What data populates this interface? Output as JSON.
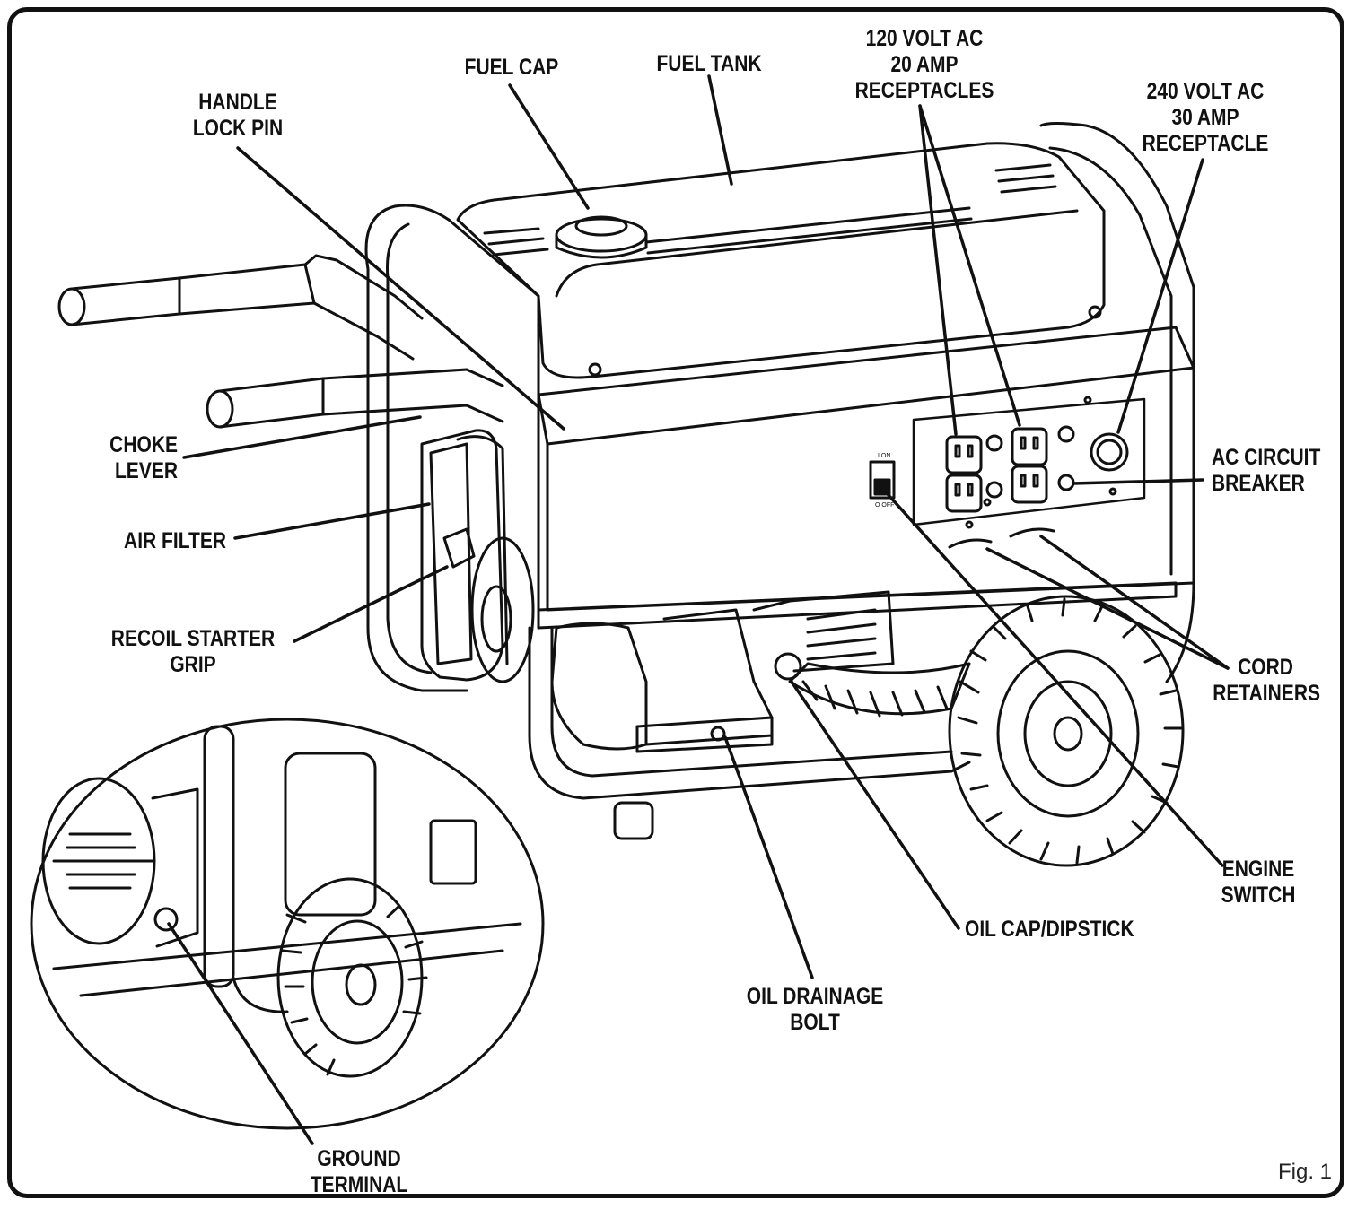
{
  "labels": {
    "fuel_cap": "FUEL CAP",
    "fuel_tank": "FUEL TANK",
    "handle_lock_pin": "HANDLE\nLOCK PIN",
    "receptacles_120": "120 VOLT AC\n20 AMP\nRECEPTACLES",
    "receptacle_240": "240 VOLT AC\n30 AMP\nRECEPTACLE",
    "choke_lever": "CHOKE\nLEVER",
    "ac_circuit_breaker": "AC CIRCUIT\nBREAKER",
    "air_filter": "AIR FILTER",
    "recoil_starter_grip": "RECOIL STARTER\nGRIP",
    "cord_retainers": "CORD\nRETAINERS",
    "engine_switch": "ENGINE\nSWITCH",
    "oil_cap_dipstick": "OIL CAP/DIPSTICK",
    "oil_drainage_bolt": "OIL DRAINAGE\nBOLT",
    "ground_terminal": "GROUND\nTERMINAL"
  },
  "panel_text": {
    "switch_on": "I ON",
    "switch_off": "O OFF"
  },
  "figure_label": "Fig. 1"
}
